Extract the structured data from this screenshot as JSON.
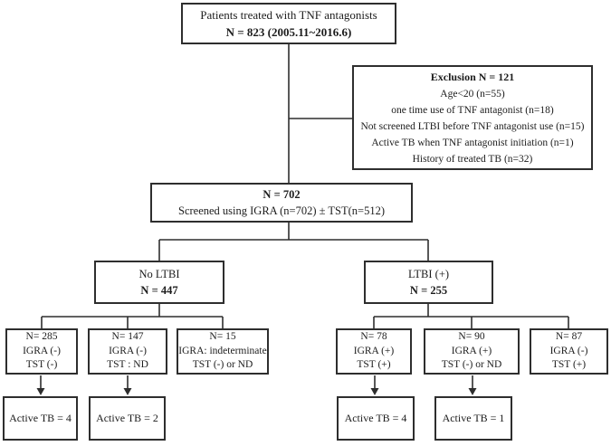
{
  "figure": {
    "type": "patient-flow-diagram",
    "top": {
      "line1": "Patients treated with TNF antagonists",
      "line2": "N = 823 (2005.11~2016.6)"
    },
    "exclusion": {
      "title": "Exclusion N = 121",
      "items": [
        "Age<20 (n=55)",
        "one time use of TNF antagonist (n=18)",
        "Not screened LTBI before TNF antagonist use (n=15)",
        "Active TB when TNF antagonist initiation (n=1)",
        "History of treated TB (n=32)"
      ]
    },
    "screened": {
      "line1": "N = 702",
      "line2": "Screened using IGRA (n=702) ± TST(n=512)"
    },
    "branches": {
      "no_ltbi": {
        "line1": "No LTBI",
        "line2": "N = 447"
      },
      "ltbi": {
        "line1": "LTBI (+)",
        "line2": "N = 255"
      }
    },
    "subgroups": [
      {
        "n": "N= 285",
        "igra": "IGRA (-)",
        "tst": "TST (-)"
      },
      {
        "n": "N= 147",
        "igra": "IGRA (-)",
        "tst": "TST : ND"
      },
      {
        "n": "N= 15",
        "igra": "IGRA: indeterminate",
        "tst": "TST (-) or ND"
      },
      {
        "n": "N= 78",
        "igra": "IGRA (+)",
        "tst": "TST (+)"
      },
      {
        "n": "N= 90",
        "igra": "IGRA (+)",
        "tst": "TST (-) or ND"
      },
      {
        "n": "N= 87",
        "igra": "IGRA (-)",
        "tst": "TST (+)"
      }
    ],
    "outcomes": [
      {
        "label": "Active TB = 4"
      },
      {
        "label": "Active TB = 2"
      },
      {
        "label": "Active TB = 4"
      },
      {
        "label": "Active TB = 1"
      }
    ],
    "colors": {
      "line": "#2e2e2e",
      "text": "#1c1c1c",
      "background": "#ffffff"
    }
  }
}
